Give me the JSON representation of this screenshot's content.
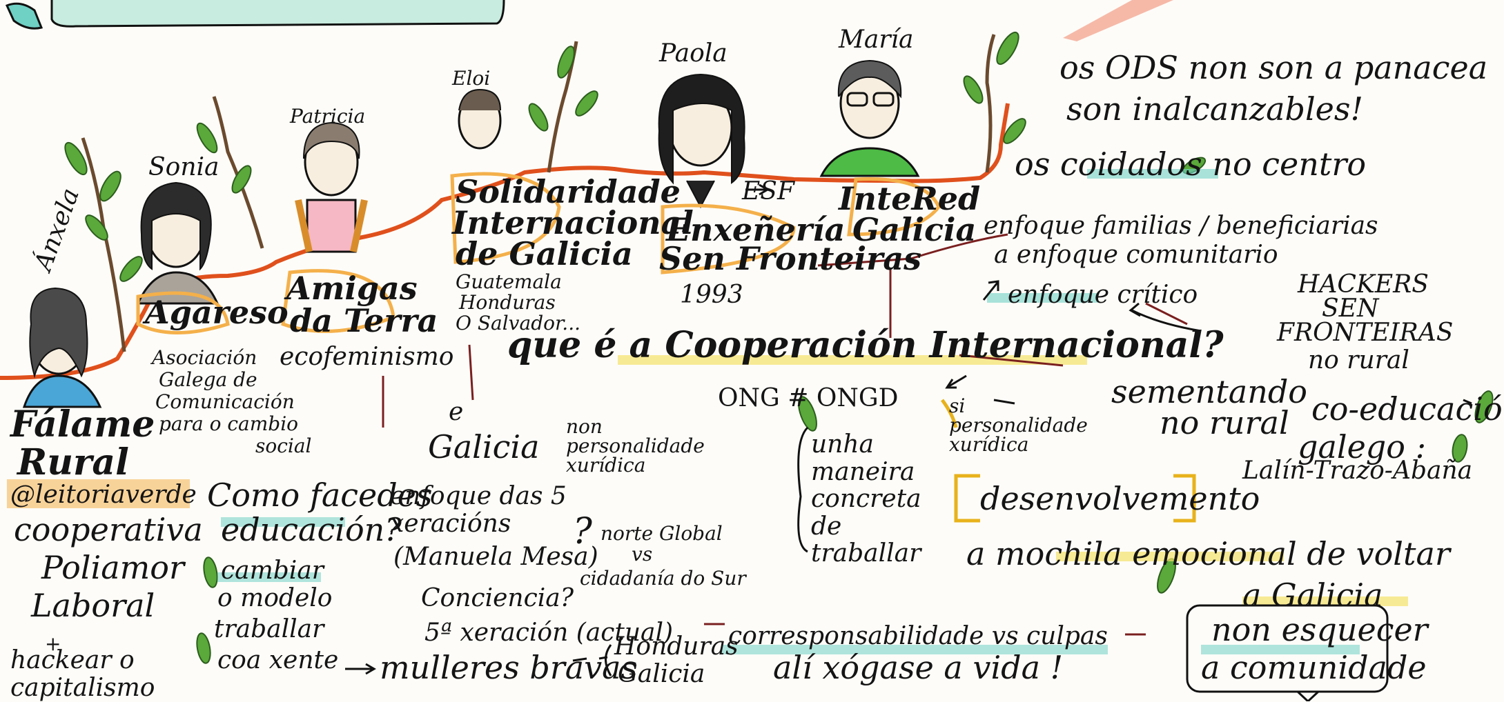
{
  "colors": {
    "timeline": "#e0501c",
    "highlight_orange": "#f4b04a",
    "highlight_teal": "#6fd0c4",
    "highlight_yellow": "#f3e36a",
    "leaf_green": "#5aa93a",
    "ink": "#141414"
  },
  "people": [
    {
      "name": "Ánxela",
      "org_lines": [
        "Fálame",
        "Rural"
      ],
      "icon": "woman-curly-hair-portrait"
    },
    {
      "name": "Sonia",
      "org_lines": [
        "Agareso"
      ],
      "org_detail": [
        "Asociación",
        "Galega de",
        "Comunicación",
        "para o cambio",
        "social"
      ],
      "icon": "woman-bob-hair-portrait"
    },
    {
      "name": "Patricia",
      "org_lines": [
        "Amigas",
        "da Terra"
      ],
      "org_detail": [
        "ecofeminismo"
      ],
      "icon": "woman-curly-hair-scarf-portrait"
    },
    {
      "name": "Eloi",
      "org_lines": [
        "Solidaridade",
        "Internacional",
        "de Galicia"
      ],
      "org_detail": [
        "Guatemala",
        "Honduras",
        "O Salvador..."
      ],
      "icon": "man-short-hair-portrait"
    },
    {
      "name": "Paola",
      "org_lines": [
        "Enxeñería",
        "Sen Fronteiras"
      ],
      "org_detail": [
        "1993"
      ],
      "icon": "woman-long-dark-hair-portrait"
    },
    {
      "name": "María",
      "org_lines": [
        "InteRed",
        "Galicia"
      ],
      "icon": "woman-glasses-portrait"
    }
  ],
  "labels": {
    "esf": "ESF",
    "ods_line1": "os ODS non son a panacea",
    "ods_line2": "son inalcanzables!",
    "coidados": "os coidados no centro",
    "enfoque_familias_1": "enfoque familias / beneficiarias",
    "enfoque_familias_2": "a enfoque comunitario",
    "enfoque_critico": "enfoque crítico",
    "hackers_1": "HACKERS",
    "hackers_2": "SEN",
    "hackers_3": "FRONTEIRAS",
    "hackers_4": "no rural",
    "central_question": "que é a Cooperación Internacional?",
    "ong": "ONG # ONGD",
    "si_personalidade": "si personalidade xurídica",
    "non_personalidade": "non personalidade xurídica",
    "unha_maneira": "unha maneira concreta de traballar",
    "desenvolvemento": "desenvolvemento",
    "mochila_1": "a mochila emocional de voltar",
    "mochila_2": "a Galicia",
    "sementando_1": "sementando",
    "sementando_2": "no rural",
    "coeducacion_1": "co-educación",
    "coeducacion_2": "galego :",
    "lalin": "Lalín-Trazo-Abaña",
    "e_galicia_1": "e",
    "e_galicia_2": "Galicia",
    "enfoque_xeracions": "enfoque das 5 xeracións",
    "manuela": "(Manuela Mesa)",
    "norte_global": "norte Global",
    "vs": "vs",
    "cidadania": "cidadanía do Sur",
    "conciencia": "Conciencia?",
    "quinta_xeracion": "5ª xeración (actual)",
    "corresponsabilidade": "corresponsabilidade vs culpas",
    "non_esquecer_1": "non esquecer",
    "non_esquecer_2": "a comunidade",
    "leitoriaverde": "@leitoriaverde",
    "cooperativa_1": "cooperativa",
    "cooperativa_2": "Poliamor",
    "cooperativa_3": "Laboral",
    "hackear_1": "+",
    "hackear_2": "hackear o",
    "hackear_3": "capitalismo",
    "como_facedes_1": "Como facedes",
    "como_facedes_2": "educación?",
    "cambiar_1": "cambiar",
    "cambiar_2": "o modelo",
    "traballar_1": "traballar",
    "traballar_2": "coa xente",
    "mulleres": "mulleres bravas",
    "honduras": "Honduras",
    "galicia_b": "Galicia",
    "alixoganse": "alí xógase a vida !",
    "question_mark": "?"
  }
}
